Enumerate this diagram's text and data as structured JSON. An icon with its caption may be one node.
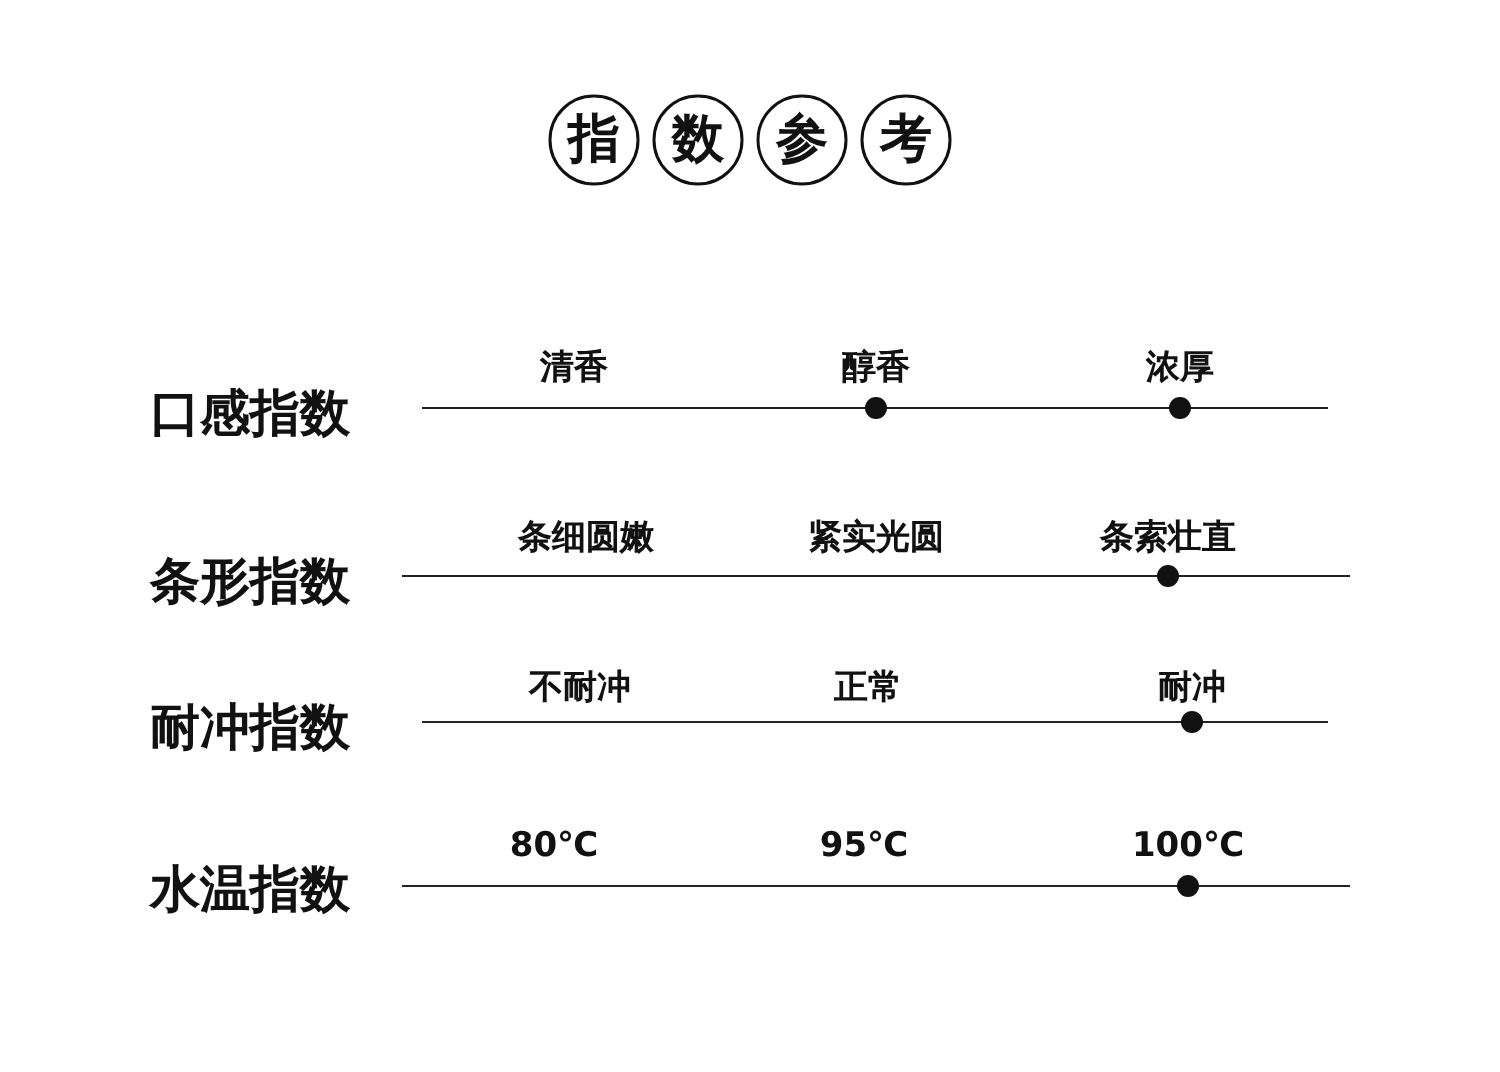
{
  "diagram": {
    "title": "指数参考",
    "labels": [
      "口感指数",
      "清香",
      "醇香",
      "浓厚",
      "条形指数",
      "条细圆嫩",
      "紧实光圆",
      "条索壮直",
      "耐冲指数",
      "不耐冲",
      "正常",
      "耐冲",
      "水温指数",
      "80℃",
      "95℃",
      "100℃"
    ]
  }
}
